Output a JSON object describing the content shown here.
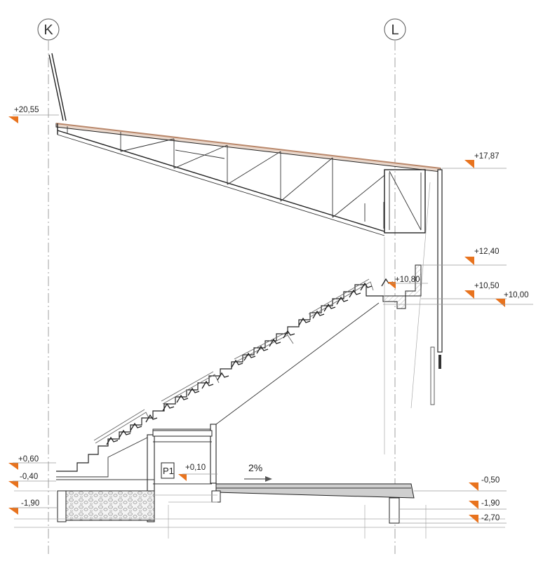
{
  "axes": [
    {
      "label": "K"
    },
    {
      "label": "L"
    }
  ],
  "levels": {
    "roof_top": "+20,55",
    "roof_low": "+17,87",
    "upper_edge": "+12,40",
    "top_step": "+10,80",
    "slab_top": "+10,50",
    "slab_bottom": "+10,00",
    "front_top": "+0,60",
    "front_base": "-0,40",
    "footing_left": "-1,90",
    "room_floor": "+0,10",
    "ground_right": "-0,50",
    "footing_right": "-1,90",
    "footing_bottom": "-2,70"
  },
  "room_tag": "P1",
  "slope": "2%",
  "colors": {
    "level_marker": "#e8731e",
    "line": "#222222",
    "roof_deck": "#b9876a"
  }
}
